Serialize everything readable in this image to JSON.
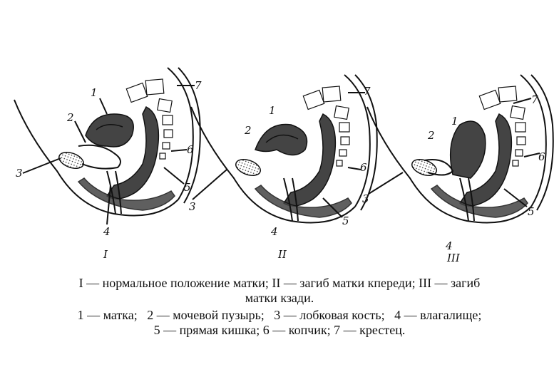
{
  "figures": [
    {
      "numeral": "I",
      "labels": [
        "1",
        "2",
        "3",
        "4",
        "5",
        "6",
        "7"
      ]
    },
    {
      "numeral": "II",
      "labels": [
        "1",
        "2",
        "3",
        "4",
        "5",
        "6",
        "7"
      ]
    },
    {
      "numeral": "III",
      "labels": [
        "1",
        "2",
        "3",
        "4",
        "5",
        "6",
        "7"
      ]
    }
  ],
  "caption": {
    "line1": "I — нормальное положение матки; II — загиб матки кпереди; III — загиб",
    "line2": "матки кзади.",
    "line3": "1 — матка;   2 — мочевой пузырь;   3 — лобковая кость;   4 — влагалище;",
    "line4": "5 — прямая кишка; 6 — копчик; 7 — крестец."
  }
}
